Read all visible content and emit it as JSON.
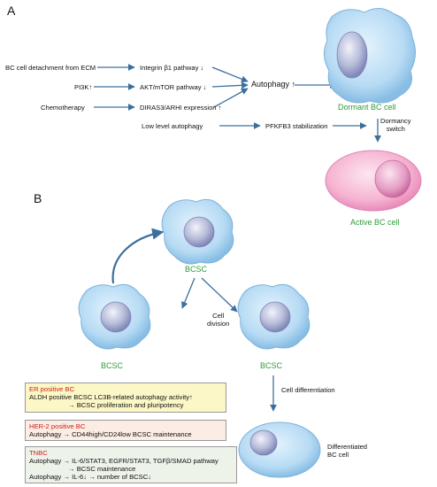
{
  "panel_a": {
    "label": "A",
    "left": [
      "BC cell detachment from ECM",
      "PI3K",
      "Chemotherapy",
      "Low level autophagy"
    ],
    "middle": [
      "Integrin β1 pathway",
      "AKT/mTOR pathway",
      "DIRAS3/ARHI expression",
      "PFKFB3 stabilization"
    ],
    "autophagy": "Autophagy",
    "dormant": "Dormant BC cell",
    "switch": [
      "Dormancy",
      "switch"
    ],
    "active": "Active BC cell",
    "arrow_up": "↑",
    "arrow_down": "↓"
  },
  "panel_b": {
    "label": "B",
    "bcsc": "BCSC",
    "division": [
      "Cell",
      "division"
    ],
    "differentiation": "Cell differentiation",
    "differentiated": [
      "Differentiated",
      "BC cell"
    ],
    "er": {
      "title": "ER positive BC",
      "line1": "ALDH positive BCSC LC3B-related autophagy activity↑",
      "line2": "→ BCSC proliferation and pluripotency"
    },
    "her2": {
      "title": "HER-2 positive BC",
      "line1": "Autophagy → CD44high/CD24low BCSC maintenance"
    },
    "tnbc": {
      "title": "TNBC",
      "line1": "Autophagy → IL-6/STAT3, EGFR/STAT3, TGFβ/SMAD pathway",
      "line2": "→ BCSC maintenance",
      "line3": "Autophagy → IL-6↓ → number of BCSC↓"
    }
  },
  "colors": {
    "arrow": "#3d6f9e",
    "cell_fill": "#bcdcf3",
    "active_fill": "#f6b6d3",
    "green": "#2e9b3a",
    "red": "#d0201a",
    "er_bg": "#fbf7c7",
    "her2_bg": "#fbece4",
    "tnbc_bg": "#eef3ea"
  }
}
